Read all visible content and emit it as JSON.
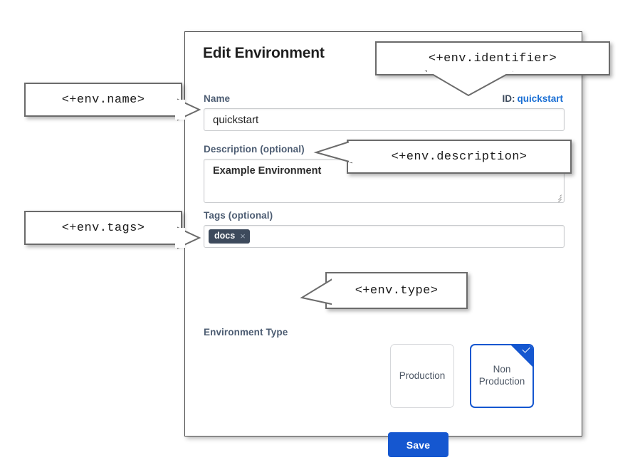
{
  "dialog": {
    "title": "Edit Environment",
    "id_prefix": "ID:",
    "id_value": "quickstart",
    "fields": {
      "name": {
        "label": "Name",
        "value": "quickstart",
        "placeholder": ""
      },
      "description": {
        "label": "Description (optional)",
        "value": "Example Environment",
        "placeholder": ""
      },
      "tags": {
        "label": "Tags (optional)",
        "placeholder": "",
        "chips": [
          {
            "label": "docs",
            "remove_icon": "×"
          }
        ]
      },
      "environment_type": {
        "label": "Environment Type",
        "options": [
          {
            "label": "Production",
            "selected": false
          },
          {
            "label": "Non\nProduction",
            "line1": "Non",
            "line2": "Production",
            "selected": true
          }
        ],
        "selected_check_icon": "check-icon"
      }
    },
    "save_label": "Save"
  },
  "annotations": [
    {
      "key": "name",
      "text": "<+env.name>"
    },
    {
      "key": "tags",
      "text": "<+env.tags>"
    },
    {
      "key": "identifier",
      "text": "<+env.identifier>"
    },
    {
      "key": "description",
      "text": "<+env.description>"
    },
    {
      "key": "type",
      "text": "<+env.type>"
    }
  ],
  "colors": {
    "accent_blue": "#1557d0",
    "link_blue": "#1a6fd4",
    "label_slate": "#4c5c72",
    "chip_dark": "#3d4a5c",
    "panel_border": "#4a4a4a",
    "callout_border": "#6b6b6b",
    "background": "#ffffff"
  }
}
